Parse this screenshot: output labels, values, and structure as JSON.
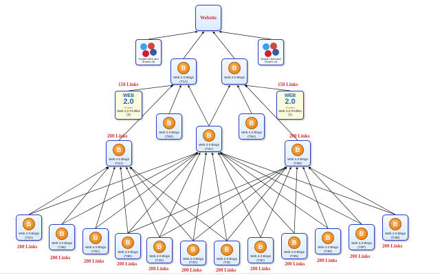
{
  "website": {
    "label": "Website"
  },
  "social_left": {
    "label": "Social Likes and Shares (3)"
  },
  "social_right": {
    "label": "Social Likes and Shares (4)"
  },
  "web20_profiles": {
    "badge_top": "WEB",
    "badge_num": "2.0",
    "badge_sub": "Profiles",
    "left_label": "Web 2.0 Profiles (2)",
    "right_label": "Web 2.0 Profiles (1)"
  },
  "tier1": [
    {
      "id": "t1a",
      "label": "Web 2.0 Blogs (T1A)"
    },
    {
      "id": "t1b",
      "label": "Web 2.0 Blogs"
    }
  ],
  "tier2": [
    {
      "id": "t2a",
      "label": "Web 2.0 Blogs (T2A)"
    },
    {
      "id": "t2c",
      "label": "Web 2.0 Blogs (T2C)"
    },
    {
      "id": "t2d",
      "label": "Web 2.0 Blogs (T5D)"
    },
    {
      "id": "t2h",
      "label": "Web 2.0 Blogs (T5H)"
    },
    {
      "id": "t2b",
      "label": "Web 2.0 Blogs (T2B)"
    }
  ],
  "tier3": [
    {
      "id": "t3a",
      "label": "Web 2.0 Blogs (T3A)"
    },
    {
      "id": "t3b",
      "label": "Web 2.0 Blogs (T3B)"
    },
    {
      "id": "t3c",
      "label": "Web 2.0 Blogs (T3C)"
    },
    {
      "id": "t3d",
      "label": "Web 2.0 Blogs (T3E)"
    },
    {
      "id": "t3e",
      "label": "Web 2.0 Blogs (T3G)"
    },
    {
      "id": "t3f",
      "label": "Web 2.0 Blogs (T3G)"
    },
    {
      "id": "t3g",
      "label": "Web 2.0 Blogs (T3I)"
    },
    {
      "id": "t3h",
      "label": "Web 2.0 Blogs (T3K)"
    },
    {
      "id": "t3i",
      "label": "Web 2.0 Blogs (T3N)"
    },
    {
      "id": "t3j",
      "label": "Web 2.0 Blogs (T3R)"
    },
    {
      "id": "t3k",
      "label": "Web 2.0 Blogs (T3P)"
    },
    {
      "id": "t3l",
      "label": "Web 2.0 Blogs (T3M)"
    }
  ],
  "link_counts": {
    "tier1_left": "150 Links",
    "tier1_right": "150 Links",
    "tier2_left": "200 Links",
    "tier2_right": "200 Links",
    "tier3": [
      "200 Links",
      "200 Links",
      "200 Links",
      "200 Links",
      "200 Links",
      "200 Links",
      "200 Links",
      "200 Links",
      "200 Links",
      "200 Links",
      "200 Links",
      "200 Links"
    ]
  },
  "edges": [
    [
      "social_left",
      "website"
    ],
    [
      "t1a",
      "website"
    ],
    [
      "t1b",
      "website"
    ],
    [
      "social_right",
      "website"
    ],
    [
      "web_left",
      "t1a"
    ],
    [
      "t2a",
      "t1a"
    ],
    [
      "t2d",
      "t1a"
    ],
    [
      "t2c",
      "t1a"
    ],
    [
      "t2c",
      "t1b"
    ],
    [
      "t2h",
      "t1b"
    ],
    [
      "t2b",
      "t1b"
    ],
    [
      "web_right",
      "t1b"
    ],
    [
      "t3a",
      "t2a"
    ],
    [
      "t3b",
      "t2a"
    ],
    [
      "t3c",
      "t2a"
    ],
    [
      "t3d",
      "t2a"
    ],
    [
      "t3e",
      "t2a"
    ],
    [
      "t3f",
      "t2a"
    ],
    [
      "t3g",
      "t2a"
    ],
    [
      "t3a",
      "t2c"
    ],
    [
      "t3b",
      "t2c"
    ],
    [
      "t3c",
      "t2c"
    ],
    [
      "t3d",
      "t2c"
    ],
    [
      "t3e",
      "t2c"
    ],
    [
      "t3f",
      "t2c"
    ],
    [
      "t3g",
      "t2c"
    ],
    [
      "t3h",
      "t2c"
    ],
    [
      "t3i",
      "t2c"
    ],
    [
      "t3j",
      "t2c"
    ],
    [
      "t3k",
      "t2c"
    ],
    [
      "t3l",
      "t2c"
    ],
    [
      "t3d",
      "t2b"
    ],
    [
      "t3e",
      "t2b"
    ],
    [
      "t3f",
      "t2b"
    ],
    [
      "t3g",
      "t2b"
    ],
    [
      "t3h",
      "t2b"
    ],
    [
      "t3i",
      "t2b"
    ],
    [
      "t3j",
      "t2b"
    ],
    [
      "t3k",
      "t2b"
    ],
    [
      "t3l",
      "t2b"
    ]
  ]
}
